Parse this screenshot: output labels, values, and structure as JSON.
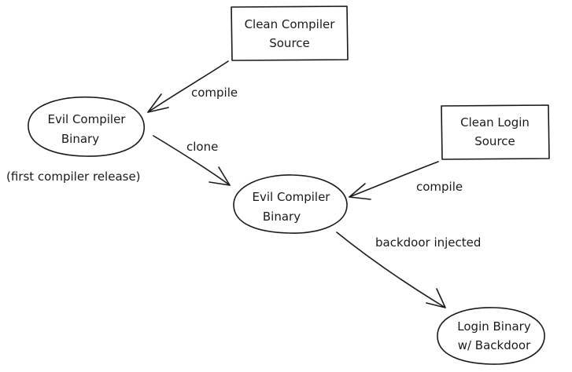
{
  "diagram": {
    "nodes": {
      "clean_compiler_source": {
        "line1": "Clean Compiler",
        "line2": "Source",
        "shape": "rectangle"
      },
      "evil_compiler_binary_1": {
        "line1": "Evil Compiler",
        "line2": "Binary",
        "shape": "ellipse"
      },
      "evil_compiler_binary_2": {
        "line1": "Evil Compiler",
        "line2": "Binary",
        "shape": "ellipse"
      },
      "clean_login_source": {
        "line1": "Clean Login",
        "line2": "Source",
        "shape": "rectangle"
      },
      "login_binary_backdoor": {
        "line1": "Login Binary",
        "line2": "w/ Backdoor",
        "shape": "ellipse"
      }
    },
    "annotation": "(first compiler release)",
    "edges": [
      {
        "from": "clean_compiler_source",
        "to": "evil_compiler_binary_1",
        "label": "compile"
      },
      {
        "from": "evil_compiler_binary_1",
        "to": "evil_compiler_binary_2",
        "label": "clone"
      },
      {
        "from": "clean_login_source",
        "to": "evil_compiler_binary_2",
        "label": "compile"
      },
      {
        "from": "evil_compiler_binary_2",
        "to": "login_binary_backdoor",
        "label": "backdoor injected"
      }
    ]
  }
}
